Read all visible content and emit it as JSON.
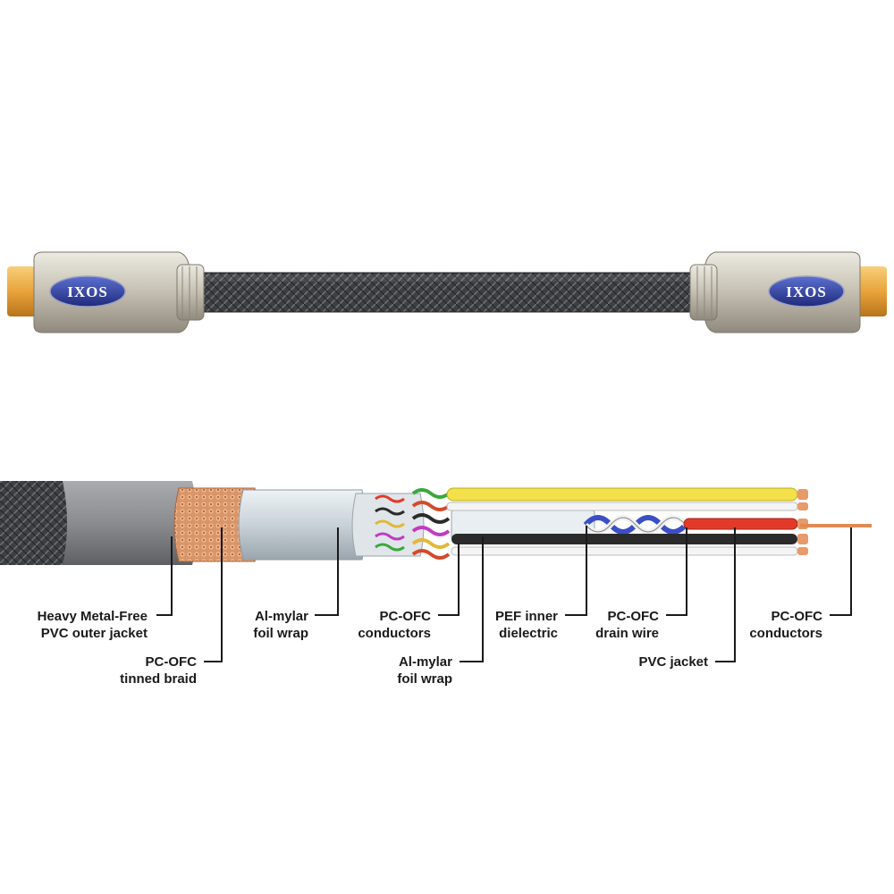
{
  "brand": {
    "logo_text": "IXOS"
  },
  "colors": {
    "connector_body": "#c8c3b4",
    "connector_tip": "#e9a33a",
    "cable_braid": "#3b3d40",
    "outer_jacket": "#8c8e92",
    "copper_braid": "#d99a6b",
    "foil": "#d6dde2",
    "wire_yellow": "#f3e04a",
    "wire_red": "#e23a2a",
    "wire_black": "#2b2b2b",
    "wire_white": "#f2f2f2",
    "pair_blue": "#3b4fc4"
  },
  "labels": {
    "outer_jacket": [
      "Heavy Metal-Free",
      "PVC outer jacket"
    ],
    "tinned_braid": [
      "PC-OFC",
      "tinned braid"
    ],
    "foil_wrap_outer": [
      "Al-mylar",
      "foil wrap"
    ],
    "conductors_inner": [
      "PC-OFC",
      "conductors"
    ],
    "foil_wrap_inner": [
      "Al-mylar",
      "foil wrap"
    ],
    "dielectric": [
      "PEF inner",
      "dielectric"
    ],
    "drain_wire": [
      "PC-OFC",
      "drain wire"
    ],
    "pvc_jacket": [
      "PVC jacket"
    ],
    "conductors_outer": [
      "PC-OFC",
      "conductors"
    ]
  }
}
